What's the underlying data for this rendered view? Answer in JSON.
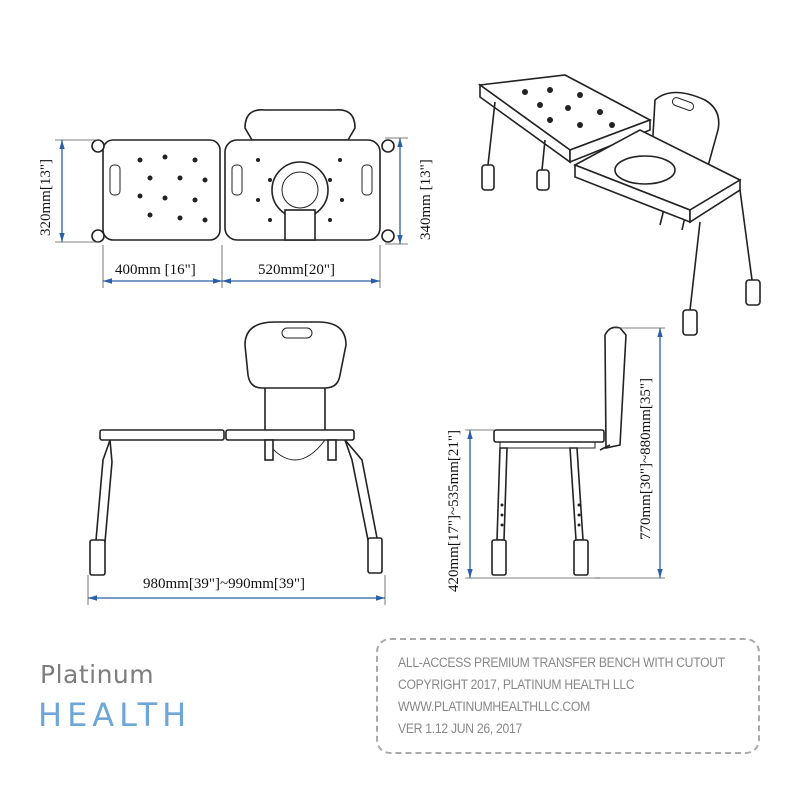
{
  "dimensions": {
    "top_depth_left": "320mm[13\"]",
    "top_depth_right": "340mm [13\"]",
    "top_width_left": "400mm [16\"]",
    "top_width_right": "520mm[20\"]",
    "front_width": "980mm[39\"]~990mm[39\"]",
    "seat_height": "420mm[17\"]~535mm[21\"]",
    "total_height": "770mm[30\"]~880mm[35\"]"
  },
  "info_box": {
    "line1": "ALL-ACCESS PREMIUM TRANSFER BENCH WITH CUTOUT",
    "line2": "COPYRIGHT 2017, PLATINUM HEALTH LLC",
    "line3": "WWW.PLATINUMHEALTHLLC.COM",
    "line4": "VER 1.12 JUN 26, 2017"
  },
  "logo": {
    "word1": "Platinum",
    "word2": "HEALTH"
  },
  "colors": {
    "dimension_line": "#2b5fa8",
    "logo_gray": "#7d7d7d",
    "logo_blue": "#6fa6d8",
    "info_text": "#888888"
  }
}
